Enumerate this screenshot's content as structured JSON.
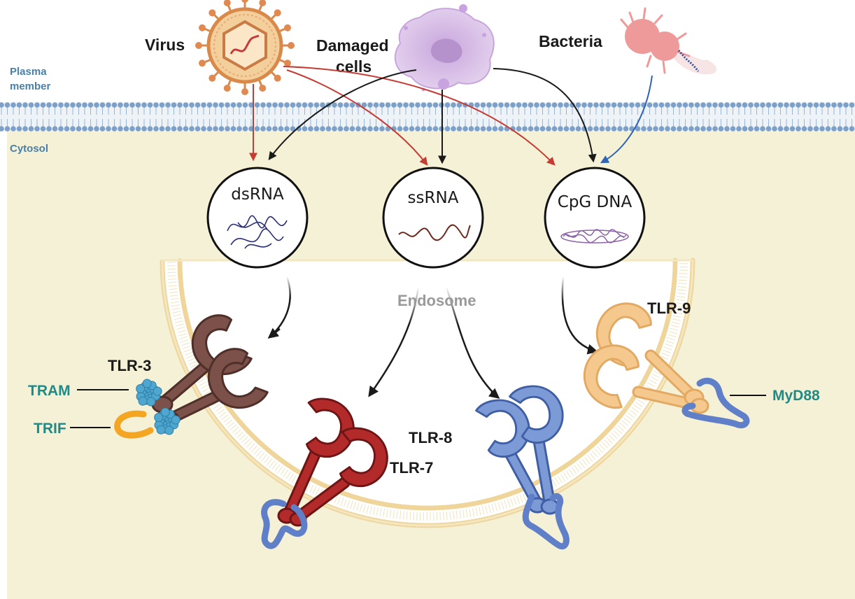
{
  "labels": {
    "virus": "Virus",
    "damaged_line1": "Damaged",
    "damaged_line2": "cells",
    "bacteria": "Bacteria",
    "plasma_line1": "Plasma",
    "plasma_line2": "member",
    "cytosol": "Cytosol",
    "endosome": "Endosome"
  },
  "ligands": {
    "dsrna": "dsRNA",
    "ssrna": "ssRNA",
    "cpg": "CpG DNA"
  },
  "receptors": {
    "tlr3": "TLR-3",
    "tlr7": "TLR-7",
    "tlr8": "TLR-8",
    "tlr9": "TLR-9"
  },
  "adaptors": {
    "tram": "TRAM",
    "trif": "TRIF",
    "myd88": "MyD88"
  },
  "colors": {
    "cytosol_bg": "#f5f1d6",
    "membrane_head": "#7ca0c8",
    "endosome_head": "#efd59a",
    "virus_arrow": "#c63b33",
    "bacteria_arrow": "#2f63b7",
    "damaged_arrow": "#1a1a1a",
    "tlr3": "#7b5149",
    "tlr7": "#b22a2a",
    "tlr8": "#7c9ad6",
    "tlr9": "#f5c98e",
    "tram": "#4fa7cf",
    "trif": "#f4a623",
    "myd88": "#5f7fc8"
  }
}
